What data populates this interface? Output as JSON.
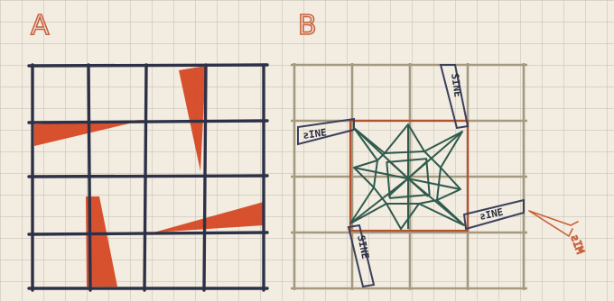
{
  "panels": [
    {
      "id": "A",
      "label": "A"
    },
    {
      "id": "B",
      "label": "B"
    }
  ],
  "strips": [
    {
      "id": "left",
      "text": "ƨINE"
    },
    {
      "id": "top",
      "text": "SINE"
    },
    {
      "id": "right",
      "text": "ƨINE"
    },
    {
      "id": "bottom",
      "text": "SINE"
    }
  ],
  "arrow_note": {
    "text": "ƨIM"
  },
  "colors": {
    "paper": "#f3ece1",
    "grid_fine": "#c8c2b8",
    "grid_bold_a": "#2d3147",
    "grid_bold_b": "#a39a80",
    "wedge": "#d6431e",
    "square_outline": "#b5532f",
    "star": "#2f5a4e",
    "strip_line": "#3a3f5c"
  }
}
